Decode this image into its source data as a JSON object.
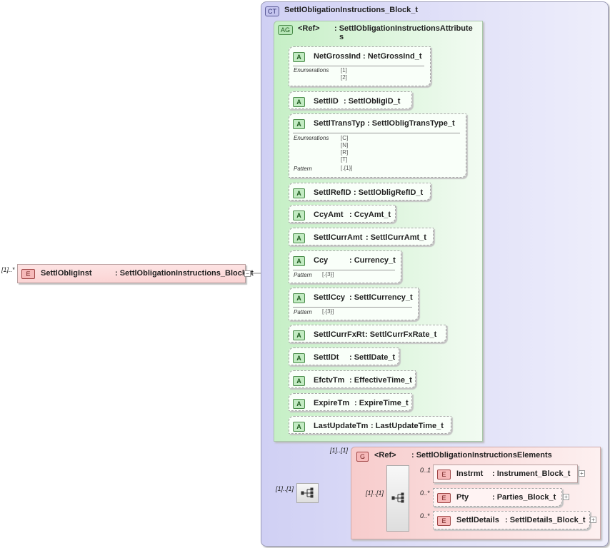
{
  "root": {
    "cardinality": "[1]..*",
    "badge": "E",
    "name": "SettlObligInst",
    "type": ": SettlObligationInstructions_Block_t"
  },
  "complex_type": {
    "badge": "CT",
    "title": "SettlObligationInstructions_Block_t"
  },
  "attribute_group": {
    "badge": "AG",
    "ref": "<Ref>",
    "name_line1": ": SettlObligationInstructionsAttribute",
    "name_line2": "s"
  },
  "attributes": [
    {
      "badge": "A",
      "name": "NetGrossInd",
      "type": ": NetGrossInd_t",
      "facets": [
        {
          "label": "Enumerations",
          "values": [
            "[1]",
            "[2]"
          ]
        }
      ]
    },
    {
      "badge": "A",
      "name": "SettlID",
      "type": ": SettlObligID_t",
      "facets": []
    },
    {
      "badge": "A",
      "name": "SettlTransTyp",
      "type": ": SettlObligTransType_t",
      "facets": [
        {
          "label": "Enumerations",
          "values": [
            "[C]",
            "[N]",
            "[R]",
            "[T]"
          ]
        },
        {
          "label": "Pattern",
          "values": [
            "[.{1}]"
          ]
        }
      ]
    },
    {
      "badge": "A",
      "name": "SettlRefID",
      "type": ": SettlObligRefID_t",
      "facets": []
    },
    {
      "badge": "A",
      "name": "CcyAmt",
      "type": ": CcyAmt_t",
      "facets": []
    },
    {
      "badge": "A",
      "name": "SettlCurrAmt",
      "type": ": SettlCurrAmt_t",
      "facets": []
    },
    {
      "badge": "A",
      "name": "Ccy",
      "type": ": Currency_t",
      "facets": [
        {
          "label": "Pattern",
          "values": [
            "[.{3}]"
          ]
        }
      ]
    },
    {
      "badge": "A",
      "name": "SettlCcy",
      "type": ": SettlCurrency_t",
      "facets": [
        {
          "label": "Pattern",
          "values": [
            "[.{3}]"
          ]
        }
      ]
    },
    {
      "badge": "A",
      "name": "SettlCurrFxRt",
      "type": ": SettlCurrFxRate_t",
      "facets": []
    },
    {
      "badge": "A",
      "name": "SettlDt",
      "type": ": SettlDate_t",
      "facets": []
    },
    {
      "badge": "A",
      "name": "EfctvTm",
      "type": ": EffectiveTime_t",
      "facets": []
    },
    {
      "badge": "A",
      "name": "ExpireTm",
      "type": ": ExpireTime_t",
      "facets": []
    },
    {
      "badge": "A",
      "name": "LastUpdateTm",
      "type": ": LastUpdateTime_t",
      "facets": []
    }
  ],
  "sequence": {
    "cardinality": "[1]..[1]"
  },
  "element_group": {
    "cardinality": "[1]..[1]",
    "badge": "G",
    "ref": "<Ref>",
    "name": ": SettlObligationInstructionsElements",
    "inner_sequence_cardinality": "[1]..[1]",
    "elements": [
      {
        "cardinality": "0..1",
        "badge": "E",
        "name": "Instrmt",
        "type": ": Instrument_Block_t"
      },
      {
        "cardinality": "0..*",
        "badge": "E",
        "name": "Pty",
        "type": ": Parties_Block_t"
      },
      {
        "cardinality": "0..*",
        "badge": "E",
        "name": "SettlDetails",
        "type": ": SettlDetails_Block_t"
      }
    ]
  },
  "expand_symbol": "+",
  "collapse_symbol": "−"
}
